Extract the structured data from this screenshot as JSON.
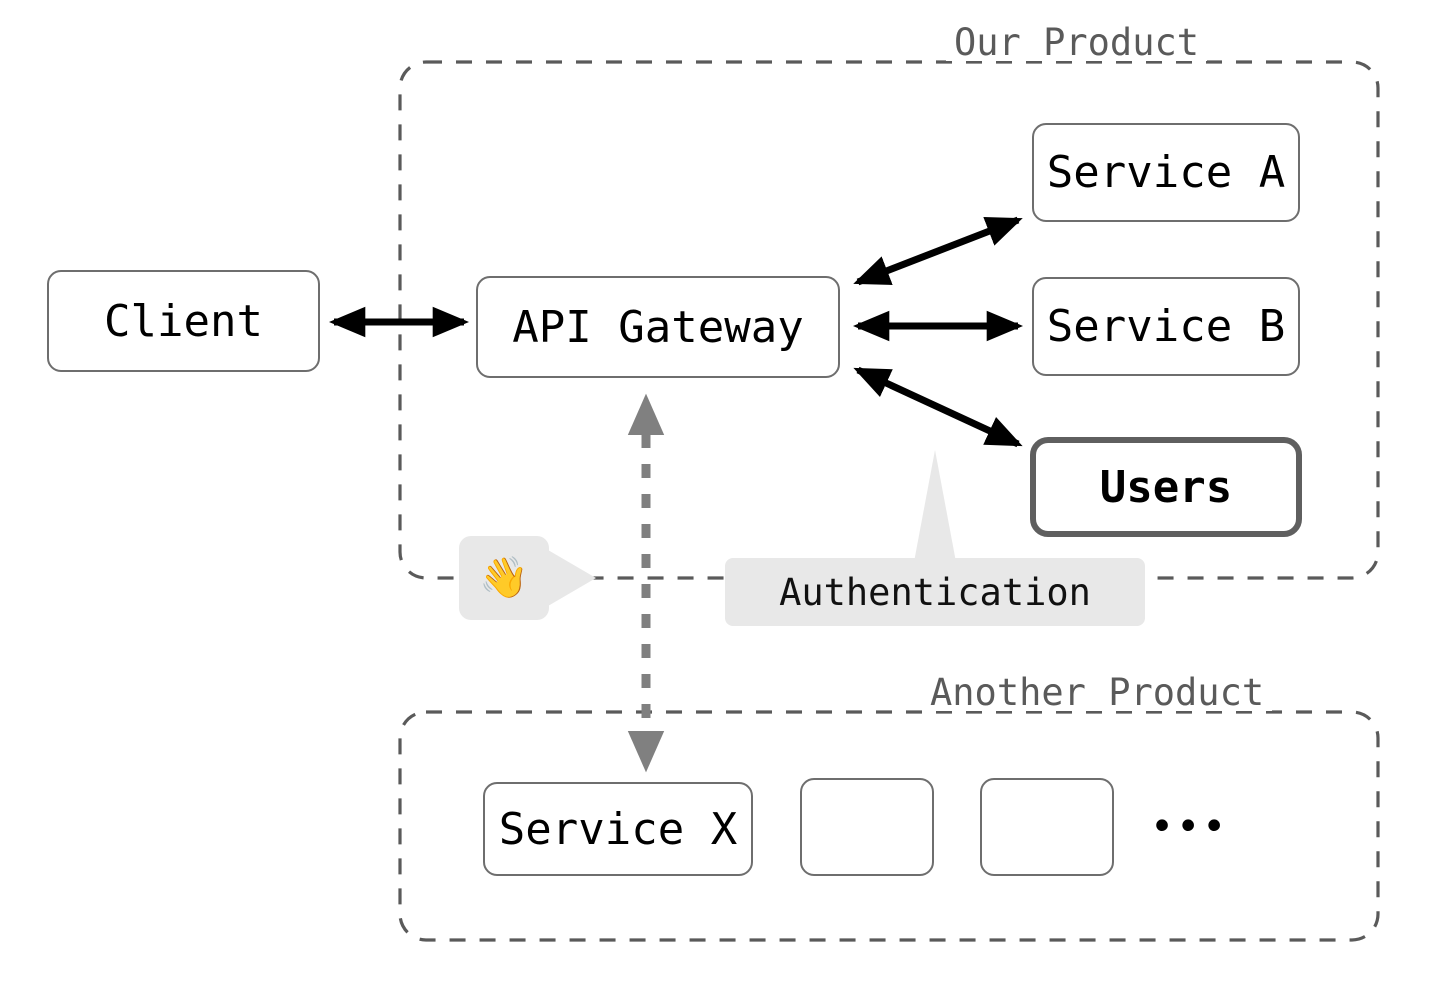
{
  "diagram": {
    "type": "architecture-flow",
    "background": "#ffffff",
    "clusters": [
      {
        "id": "our-product",
        "label": "Our Product",
        "label_color": "#5a5a5a",
        "border_color": "#5a5a5a",
        "border_style": "dashed"
      },
      {
        "id": "another-product",
        "label": "Another Product",
        "label_color": "#5a5a5a",
        "border_color": "#5a5a5a",
        "border_style": "dashed"
      }
    ],
    "nodes": [
      {
        "id": "client",
        "label": "Client",
        "cluster": null,
        "emphasis": false
      },
      {
        "id": "api-gateway",
        "label": "API Gateway",
        "cluster": "our-product",
        "emphasis": false
      },
      {
        "id": "service-a",
        "label": "Service A",
        "cluster": "our-product",
        "emphasis": false
      },
      {
        "id": "service-b",
        "label": "Service B",
        "cluster": "our-product",
        "emphasis": false
      },
      {
        "id": "users",
        "label": "Users",
        "cluster": "our-product",
        "emphasis": true
      },
      {
        "id": "service-x",
        "label": "Service X",
        "cluster": "another-product",
        "emphasis": false
      },
      {
        "id": "placeholder-1",
        "label": "",
        "cluster": "another-product",
        "emphasis": false
      },
      {
        "id": "placeholder-2",
        "label": "",
        "cluster": "another-product",
        "emphasis": false
      }
    ],
    "ellipsis": "•••",
    "edges": [
      {
        "from": "client",
        "to": "api-gateway",
        "direction": "both",
        "style": "solid",
        "color": "#000000",
        "label": ""
      },
      {
        "from": "api-gateway",
        "to": "service-a",
        "direction": "both",
        "style": "solid",
        "color": "#000000",
        "label": ""
      },
      {
        "from": "api-gateway",
        "to": "service-b",
        "direction": "both",
        "style": "solid",
        "color": "#000000",
        "label": ""
      },
      {
        "from": "api-gateway",
        "to": "users",
        "direction": "both",
        "style": "solid",
        "color": "#000000",
        "label": "Authentication"
      },
      {
        "from": "api-gateway",
        "to": "service-x",
        "direction": "both",
        "style": "dashed",
        "color": "#808080",
        "label": ""
      }
    ],
    "edge_labels": [
      {
        "id": "authentication",
        "text": "Authentication",
        "background": "#e8e8e8"
      }
    ],
    "callouts": [
      {
        "id": "wave-callout",
        "icon": "waving-hand-icon",
        "glyph": "👋",
        "background": "#e8e8e8"
      }
    ]
  }
}
